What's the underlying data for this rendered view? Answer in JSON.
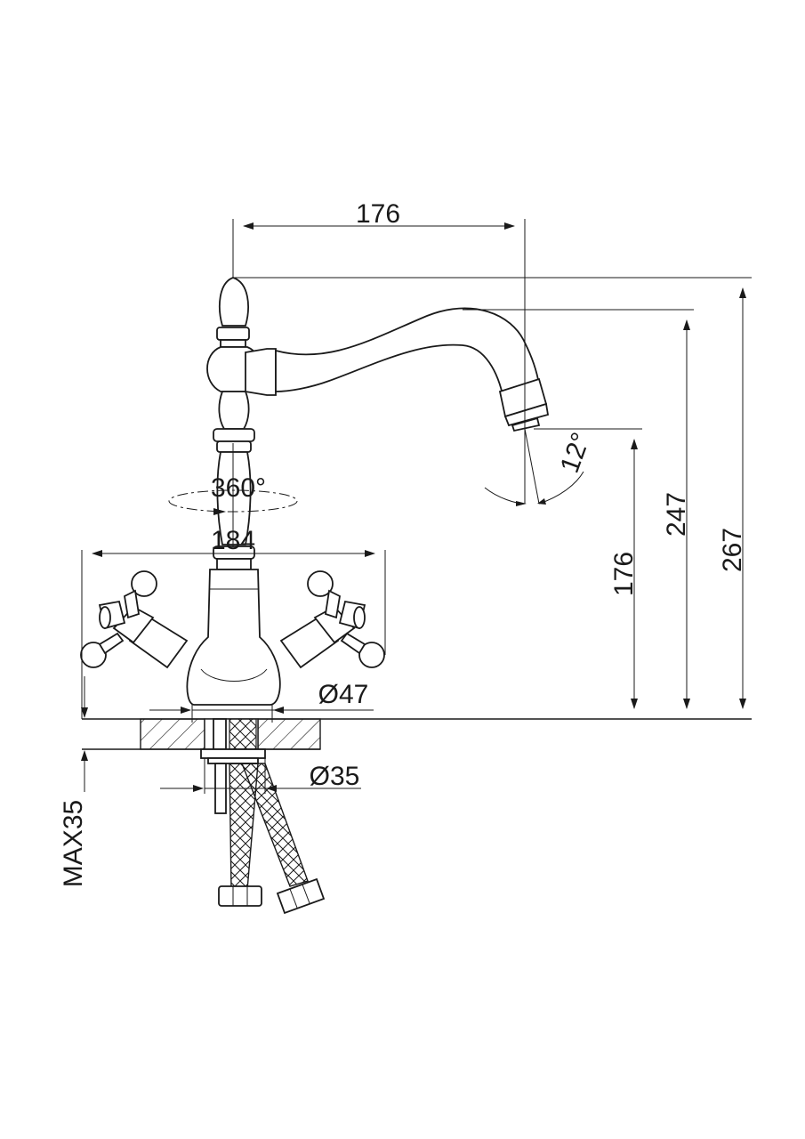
{
  "dimensions": {
    "spout_reach": "176",
    "rotation": "360°",
    "handle_span": "184",
    "base_diameter": "Ø47",
    "shank_diameter": "Ø35",
    "outlet_height": "176",
    "spout_height": "247",
    "total_height": "267",
    "tilt_angle": "12°",
    "max_counter": "MAX35"
  },
  "colors": {
    "line": "#1a1a1a",
    "background": "#ffffff"
  }
}
